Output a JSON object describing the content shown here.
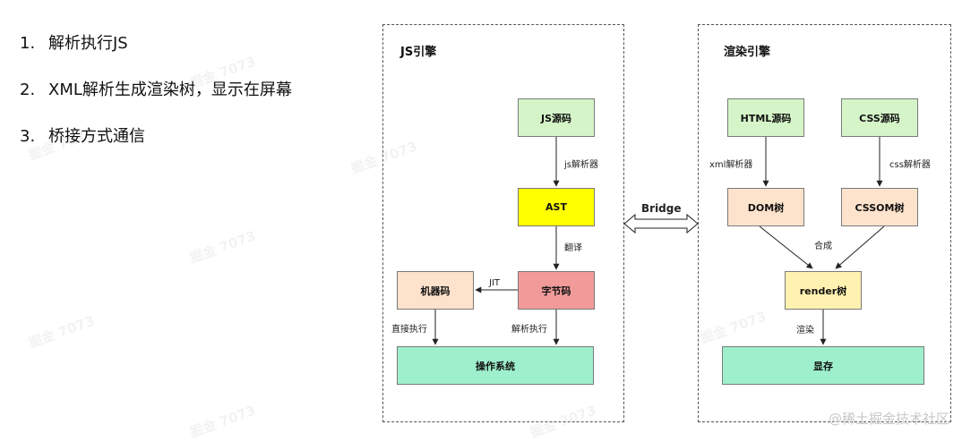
{
  "list": [
    {
      "num": "1.",
      "text": "解析执行JS"
    },
    {
      "num": "2.",
      "text": "XML解析生成渲染树，显示在屏幕"
    },
    {
      "num": "3.",
      "text": "桥接方式通信"
    }
  ],
  "js_engine": {
    "title": "JS引擎",
    "nodes": {
      "js_source": "JS源码",
      "ast": "AST",
      "bytecode": "字节码",
      "machine_code": "机器码",
      "os": "操作系统"
    },
    "edge_labels": {
      "js_parser": "js解析器",
      "translate": "翻译",
      "jit": "JIT",
      "direct_exec": "直接执行",
      "parse_exec": "解析执行"
    }
  },
  "bridge_label": "Bridge",
  "render_engine": {
    "title": "渲染引擎",
    "nodes": {
      "html_source": "HTML源码",
      "css_source": "CSS源码",
      "dom_tree": "DOM树",
      "cssom_tree": "CSSOM树",
      "render_tree": "render树",
      "display": "显存"
    },
    "edge_labels": {
      "xml_parser": "xml解析器",
      "css_parser": "css解析器",
      "compose": "合成",
      "render": "渲染"
    }
  },
  "watermark": "掘金 7073",
  "footer": "@稀土掘金技术社区",
  "colors": {
    "green": "#d5f5c8",
    "yellow": "#ffff00",
    "red": "#f19a9a",
    "peach": "#fde2cc",
    "mint": "#9ef0cc",
    "light_yellow": "#fff2b0"
  }
}
